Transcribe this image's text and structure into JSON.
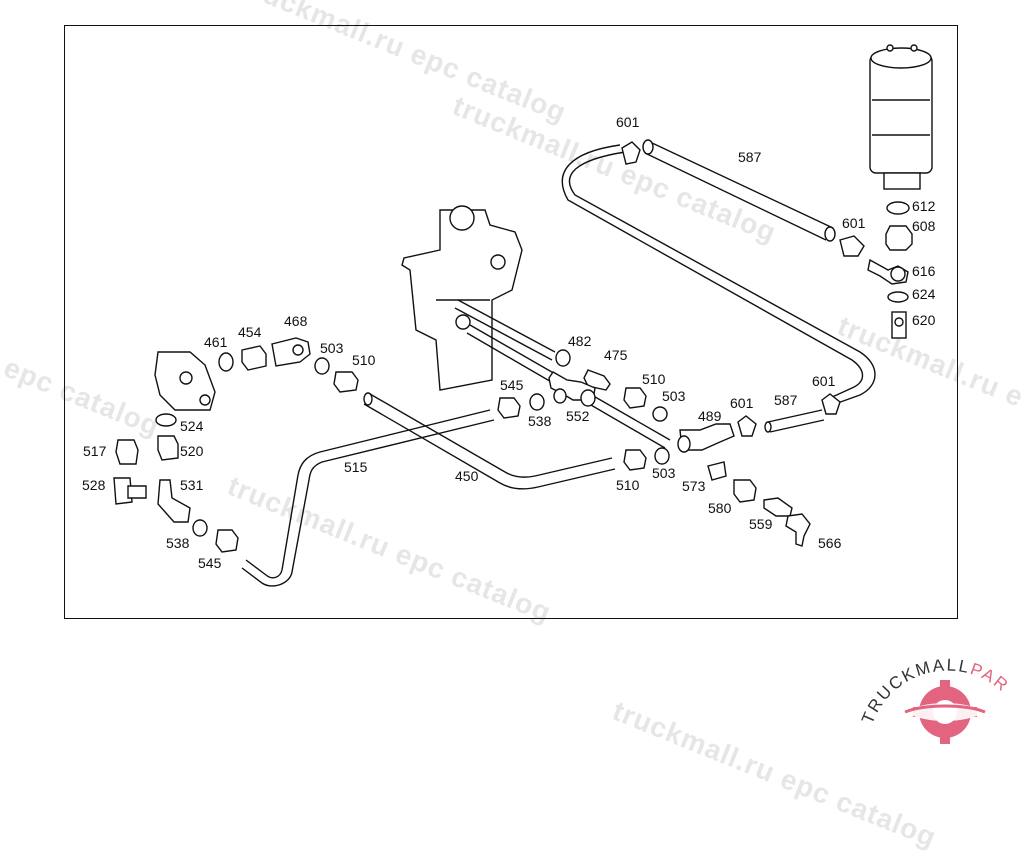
{
  "watermarks": [
    "truckmall.ru epc catalog",
    "truckmall.ru epc catalog",
    "truckmall.ru epc catalog",
    "truckmall.ru epc catalog",
    "l epc catalog",
    "truckmall.ru e"
  ],
  "part_numbers": [
    "601",
    "587",
    "601",
    "612",
    "608",
    "616",
    "624",
    "620",
    "482",
    "475",
    "510",
    "503",
    "545",
    "538",
    "552",
    "461",
    "454",
    "468",
    "503",
    "510",
    "524",
    "517",
    "520",
    "528",
    "531",
    "538",
    "545",
    "515",
    "450",
    "489",
    "601",
    "587",
    "601",
    "510",
    "503",
    "573",
    "580",
    "559",
    "566"
  ],
  "logo": {
    "text_main": "TRUCKMALL",
    "text_accent": "PARTS",
    "accent_color": "#e2647e"
  },
  "colors": {
    "line": "#111111",
    "watermark": "#e6e6e6",
    "background": "#ffffff"
  }
}
